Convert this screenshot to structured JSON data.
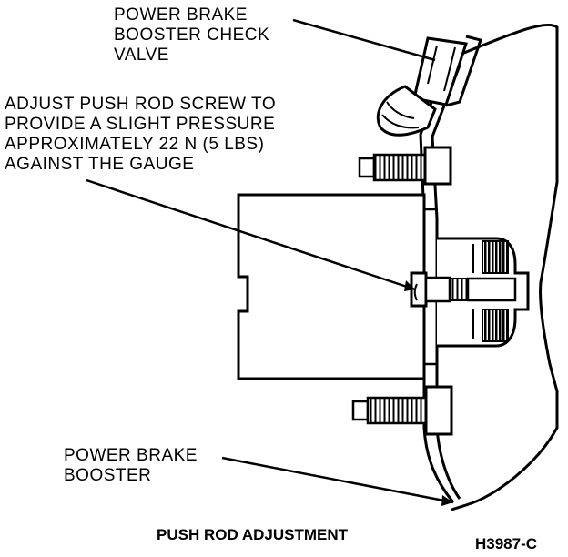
{
  "labels": {
    "check_valve": [
      "POWER BRAKE",
      "BOOSTER CHECK",
      "VALVE"
    ],
    "push_rod": [
      "ADJUST PUSH ROD SCREW TO",
      "PROVIDE A SLIGHT PRESSURE",
      "APPROXIMATELY 22 N (5 LBS)",
      "AGAINST THE GAUGE"
    ],
    "booster": [
      "POWER BRAKE",
      "BOOSTER"
    ]
  },
  "caption": "PUSH ROD ADJUSTMENT",
  "figure_id": "H3987-C",
  "colors": {
    "ink": "#000000",
    "paper": "#ffffff"
  }
}
